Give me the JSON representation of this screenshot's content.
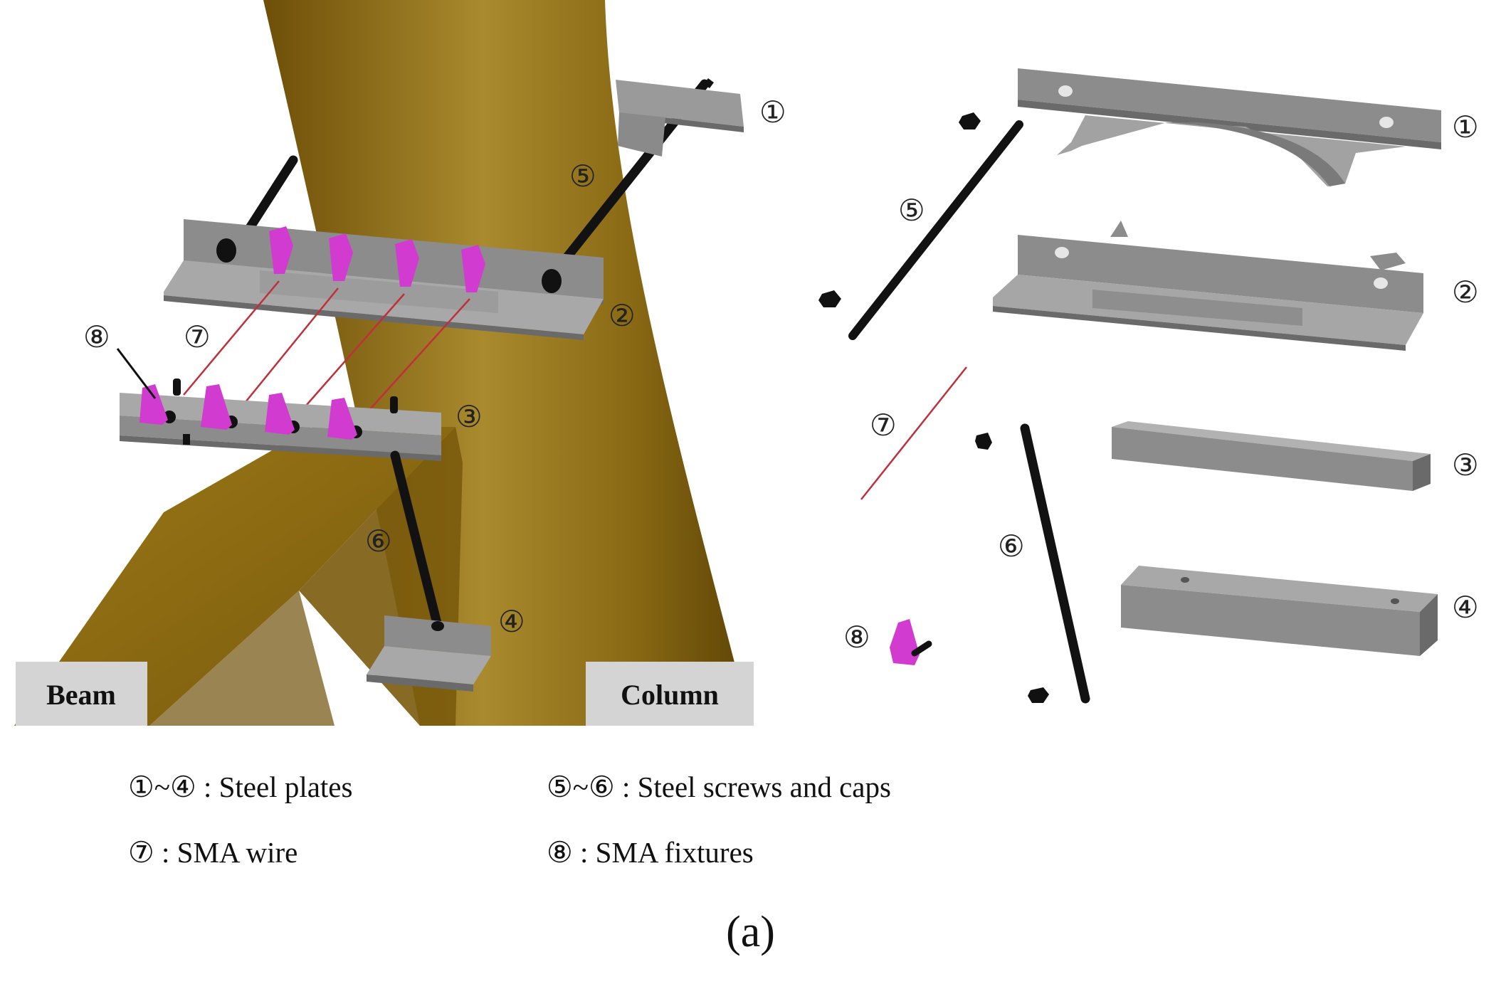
{
  "assembled_view": {
    "labels": {
      "beam": "Beam",
      "column": "Column"
    },
    "callouts": {
      "c1": "①",
      "c2": "②",
      "c3": "③",
      "c4": "④",
      "c5": "⑤",
      "c6": "⑥",
      "c7": "⑦",
      "c8": "⑧"
    }
  },
  "exploded_view": {
    "callouts": {
      "c1": "①",
      "c2": "②",
      "c3": "③",
      "c4": "④",
      "c5": "⑤",
      "c6": "⑥",
      "c7": "⑦",
      "c8": "⑧"
    }
  },
  "legend": {
    "plates": "①~④ : Steel plates",
    "screws": "⑤~⑥ : Steel screws and caps",
    "wire": "⑦ : SMA wire",
    "fixtures": "⑧ : SMA fixtures"
  },
  "caption": "(a)",
  "colors": {
    "steel": "#8c8c8c",
    "steel_dark": "#6a6a6a",
    "steel_light": "#a8a8a8",
    "wood": "#8a6512",
    "wood_light": "#a98a2e",
    "sma_fixture": "#d23bd0",
    "sma_wire": "#c0303a",
    "label_bg": "#d4d4d4"
  }
}
